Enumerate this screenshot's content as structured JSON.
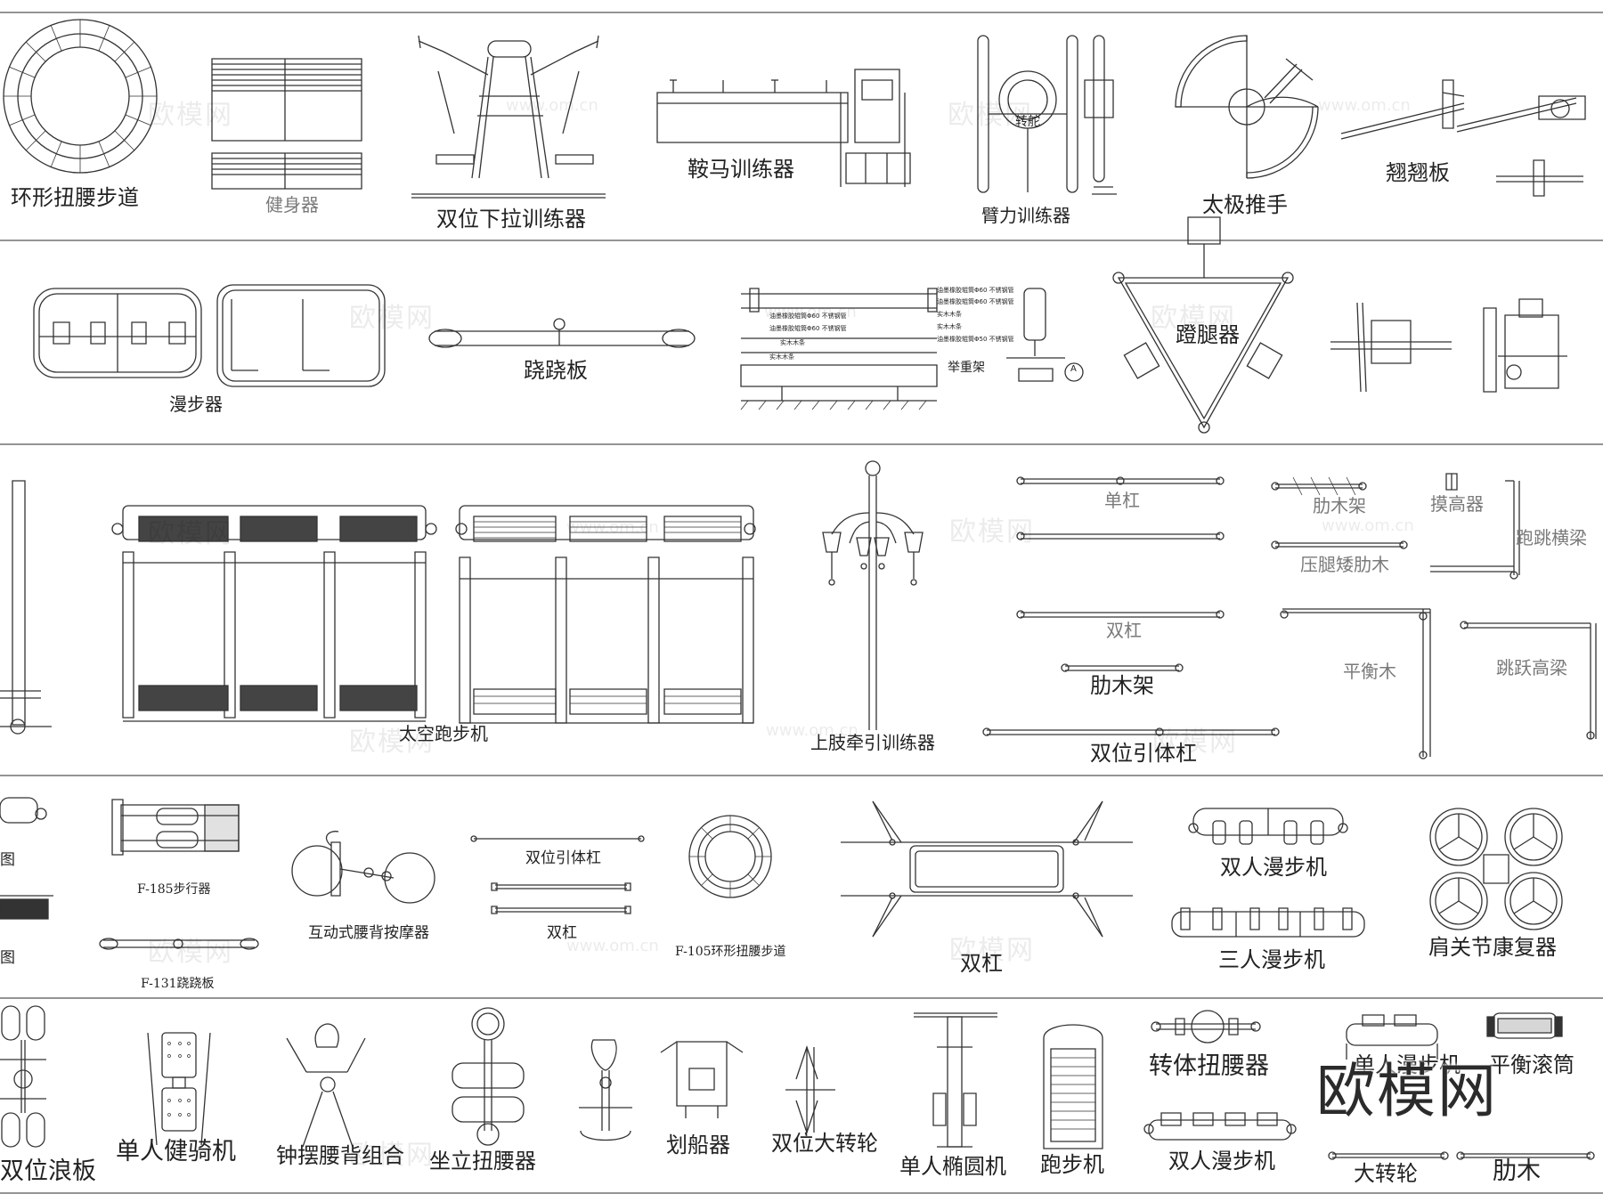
{
  "brand": {
    "logo_text": "欧模网",
    "watermark_cn": "欧模网",
    "watermark_url": "www.om.cn"
  },
  "row1": {
    "ring_walkway": "环形扭腰步道",
    "fitness_device": "健身器",
    "dual_pulldown": "双位下拉训练器",
    "pommel_horse": "鞍马训练器",
    "wheel": "转舵",
    "arm_trainer": "臂力训练器",
    "taichi": "太极推手",
    "seesaw": "翘翘板"
  },
  "row2": {
    "stepper": "漫步器",
    "seesaw": "跷跷板",
    "weight_rack": "举重架",
    "note1": "油墨橡胶辊筒Φ60 不锈钢管",
    "note2": "实木木条",
    "note3": "油墨橡胶辊筒Φ60 不锈钢管",
    "note4": "实木木条",
    "note5": "油墨橡胶辊筒Φ60 不锈钢管",
    "note6": "油墨橡胶辊筒Φ60 不锈钢管",
    "note7": "实木木条",
    "note8": "油墨橡胶辊筒Φ50 不锈钢管",
    "note9": "实木木条",
    "detail_mark": "A",
    "leg_kick": "蹬腿器"
  },
  "row3": {
    "space_walker": "太空跑步机",
    "upper_limb": "上肢牵引训练器",
    "single_bar": "单杠",
    "double_bar": "双杠",
    "wall_bars": "肋木架",
    "dual_pullup": "双位引体杠",
    "rib_rack": "肋木架",
    "leg_press_bar": "压腿矮肋木",
    "touch_height": "摸高器",
    "balance_beam": "平衡木",
    "jump_beam": "跑跳横梁",
    "jump_high_beam": "跳跃高梁"
  },
  "row4": {
    "partial_1": "图",
    "partial_2": "图",
    "f185": "F-185步行器",
    "f131": "F-131跷跷板",
    "massager": "互动式腰背按摩器",
    "dual_pullup": "双位引体杠",
    "double_bars": "双杠",
    "f105": "F-105环形扭腰步道",
    "parallel_bars": "双杠",
    "two_walker": "双人漫步机",
    "three_walker": "三人漫步机",
    "shoulder": "肩关节康复器"
  },
  "row5": {
    "wave_board": "双位浪板",
    "single_bike": "单人健骑机",
    "pendulum": "钟摆腰背组合",
    "sit_twist": "坐立扭腰器",
    "rowing": "划船器",
    "big_wheel_dual": "双位大转轮",
    "elliptical": "单人椭圆机",
    "treadmill": "跑步机",
    "body_twister": "转体扭腰器",
    "single_walker": "单人漫步机",
    "balance_roller": "平衡滚筒",
    "two_walker": "双人漫步机",
    "big_wheel": "大转轮",
    "wall_bar": "肋木"
  }
}
